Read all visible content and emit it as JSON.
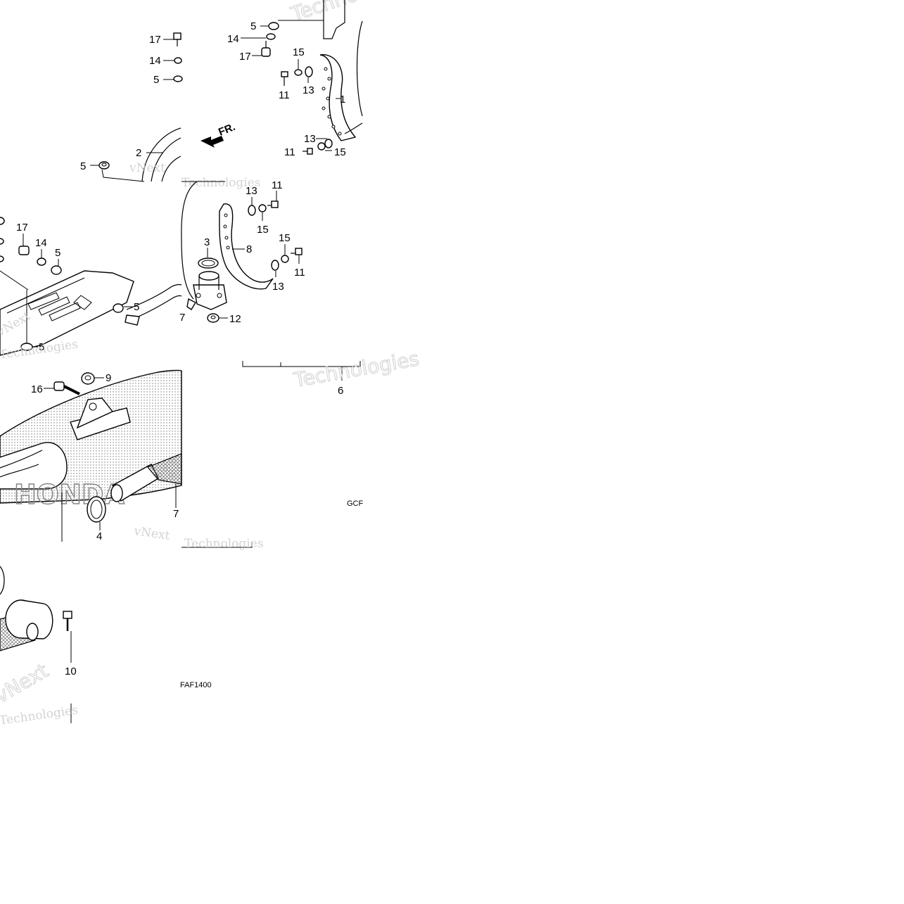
{
  "fr_label": "FR.",
  "labels": {
    "p1": "1",
    "p2": "2",
    "p3": "3",
    "p4": "4",
    "p5": "5",
    "p6": "6",
    "p7": "7",
    "p8": "8",
    "p9": "9",
    "p10": "10",
    "p11": "11",
    "p12": "12",
    "p13": "13",
    "p14": "14",
    "p15": "15",
    "p16": "16",
    "p17": "17"
  },
  "codes": {
    "gcf": "GCF",
    "faf": "FAF1400"
  },
  "watermark": {
    "brand": "vNext",
    "sub": "Technologies"
  },
  "logo_text": "HONDA",
  "colors": {
    "ink": "#000000",
    "paper": "#ffffff",
    "watermark": "#c9c9c9"
  }
}
